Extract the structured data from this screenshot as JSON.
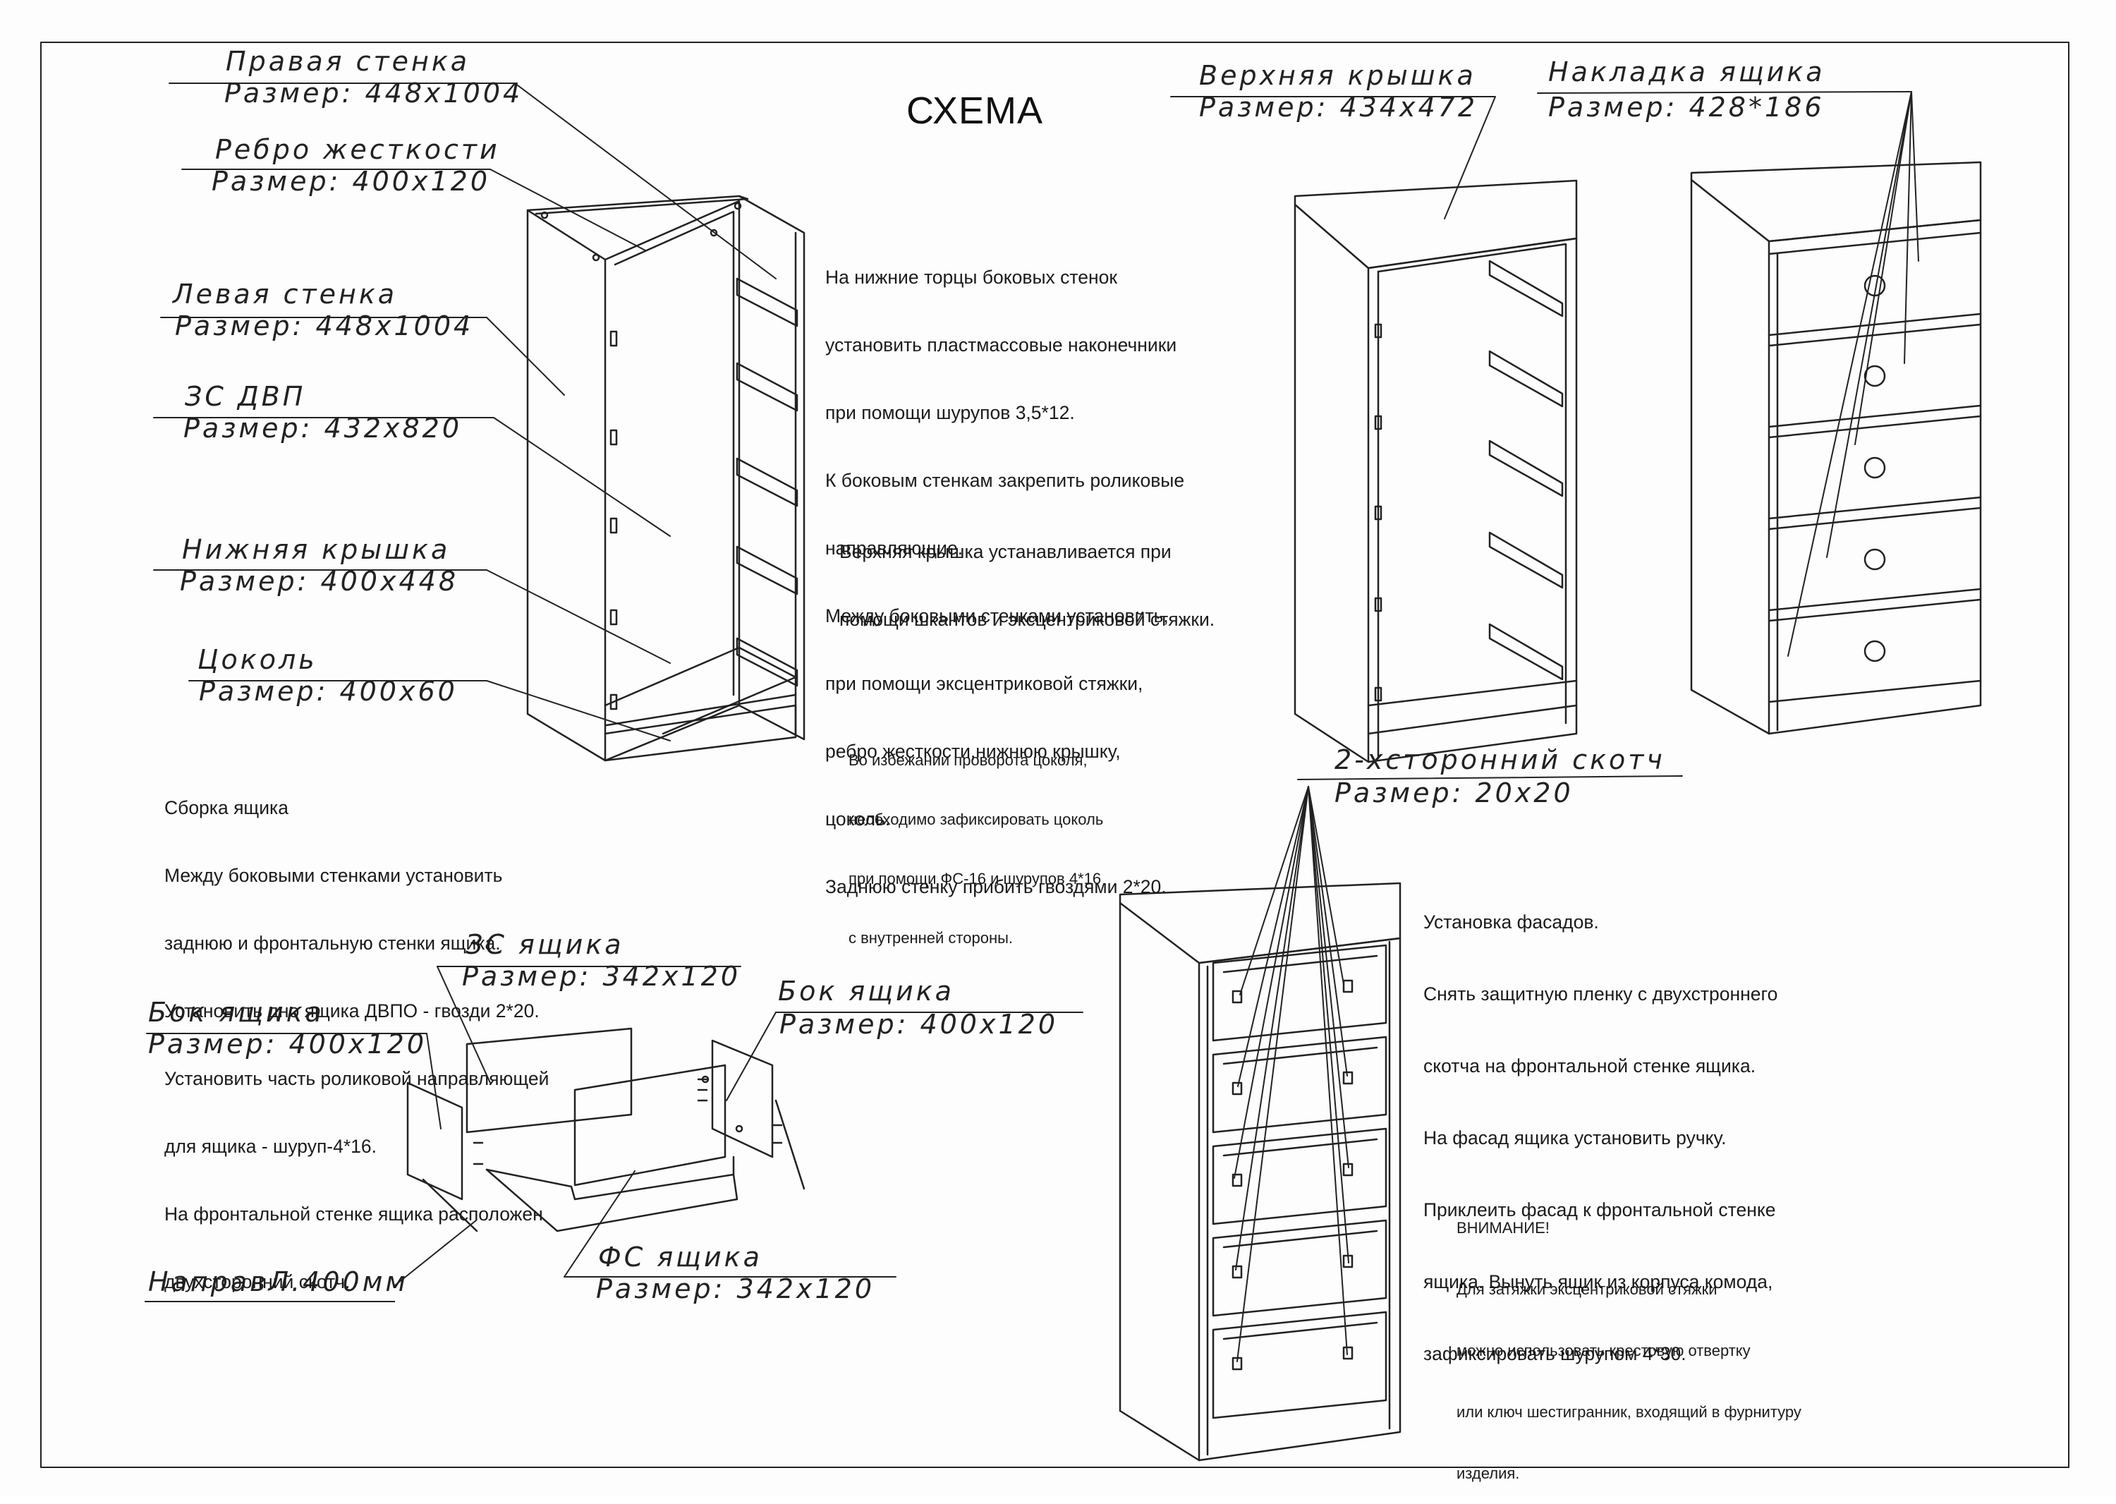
{
  "title": "СХЕМА",
  "colors": {
    "ink": "#222222",
    "paper": "#fdfdfd"
  },
  "labels": {
    "right_wall": {
      "name": "Правая   стенка",
      "size": "Размер:  448х1004"
    },
    "rib": {
      "name": "Ребро  жесткости",
      "size": "Размер:  400х120"
    },
    "left_wall": {
      "name": "Левая  стенка",
      "size": "Размер:  448х1004"
    },
    "back_panel": {
      "name": "ЗС  ДВП",
      "size": "Размер:  432х820"
    },
    "bottom_cover": {
      "name": "Нижняя  крышка",
      "size": "Размер:  400х448"
    },
    "plinth": {
      "name": "Цоколь",
      "size": "Размер:  400х60"
    },
    "top_cover": {
      "name": "Верхняя  крышка",
      "size": "Размер:  434х472"
    },
    "drawer_front_overlay": {
      "name": "Накладка  ящика",
      "size": "Размер:  428*186"
    },
    "tape": {
      "name": "2-хсторонний  скотч",
      "size": "Размер:  20х20"
    },
    "drawer_back": {
      "name": "ЗС  ящика",
      "size": "Размер:  342х120"
    },
    "drawer_side_left": {
      "name": "Бок  ящика",
      "size": "Размер:  400х120"
    },
    "drawer_side_right": {
      "name": "Бок  ящика",
      "size": "Размер:  400х120"
    },
    "drawer_front": {
      "name": "ФС  ящика",
      "size": "Размер:  342х120"
    },
    "guide": {
      "name": "НаправЛ.400мм"
    }
  },
  "instructions": {
    "assembly": [
      "На нижние торцы боковых стенок",
      "установить пластмассовые наконечники",
      "при помощи шурупов 3,5*12.",
      "К боковым стенкам закрепить роликовые",
      "направляющие.",
      "Между боковыми стенками установить,",
      "при помощи эксцентриковой стяжки,",
      "ребро жесткости,нижнюю крышку,",
      "цоколь.",
      "Заднюю стенку прибить гвоздями 2*20."
    ],
    "top": [
      "Верхняя крышка устанавливается при",
      "помощи шкантов и эксцентриковой стяжки."
    ],
    "plinth_note": [
      "Во избежании проворота цоколя,",
      "необходимо зафиксировать цоколь",
      "при помощи ФС-16 и шурупов 4*16",
      "с внутренней стороны."
    ],
    "drawer": [
      "Сборка ящика",
      "Между боковыми стенками установить",
      "заднюю и фронтальную стенки ящика.",
      "Установить дно ящика ДВПО - гвозди 2*20.",
      "Установить часть роликовой направляющей",
      "для ящика - шуруп-4*16.",
      "На фронтальной стенке ящика расположен",
      "двухсторонний скотч."
    ],
    "facades": [
      "Установка фасадов.",
      "Снять защитную пленку с двухстроннего",
      "скотча на фронтальной стенке ящика.",
      "На фасад ящика установить ручку.",
      "Приклеить фасад к фронтальной стенке",
      "ящика. Вынуть ящик из корпуса комода,",
      "зафиксировать шурупом 4*30."
    ],
    "warning": [
      "ВНИМАНИЕ!",
      "Для затяжки эксцентриковой стяжки",
      "можно использовать крестовую отвертку",
      "или ключ шестигранник, входящий в фурнитуру",
      "изделия."
    ]
  }
}
